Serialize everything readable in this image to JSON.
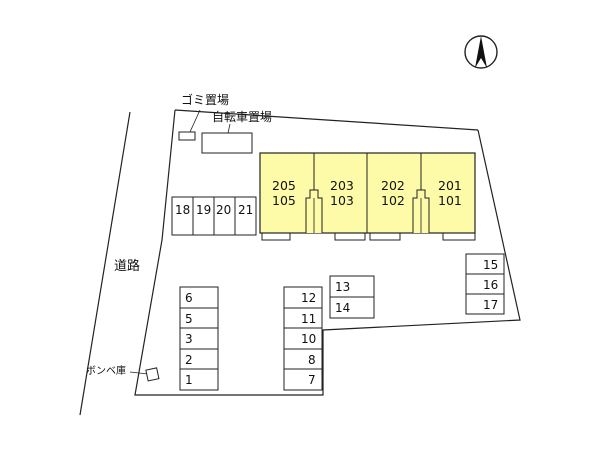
{
  "labels": {
    "garbage": "ゴミ置場",
    "bicycle": "自転車置場",
    "road": "道路",
    "gas_storage": "ボンベ庫"
  },
  "units": [
    {
      "top": "205",
      "bottom": "105"
    },
    {
      "top": "203",
      "bottom": "103"
    },
    {
      "top": "202",
      "bottom": "102"
    },
    {
      "top": "201",
      "bottom": "101"
    }
  ],
  "parking": {
    "row_top": [
      "18",
      "19",
      "20",
      "21"
    ],
    "left_col": [
      "6",
      "5",
      "3",
      "2",
      "1"
    ],
    "mid_col": [
      "12",
      "11",
      "10",
      "8",
      "7"
    ],
    "center_col": [
      "13",
      "14"
    ],
    "right_col": [
      "15",
      "16",
      "17"
    ]
  },
  "colors": {
    "unit_fill": "#fdfba8",
    "line": "#222222"
  },
  "icons": {
    "north_arrow": "north-arrow-icon"
  }
}
